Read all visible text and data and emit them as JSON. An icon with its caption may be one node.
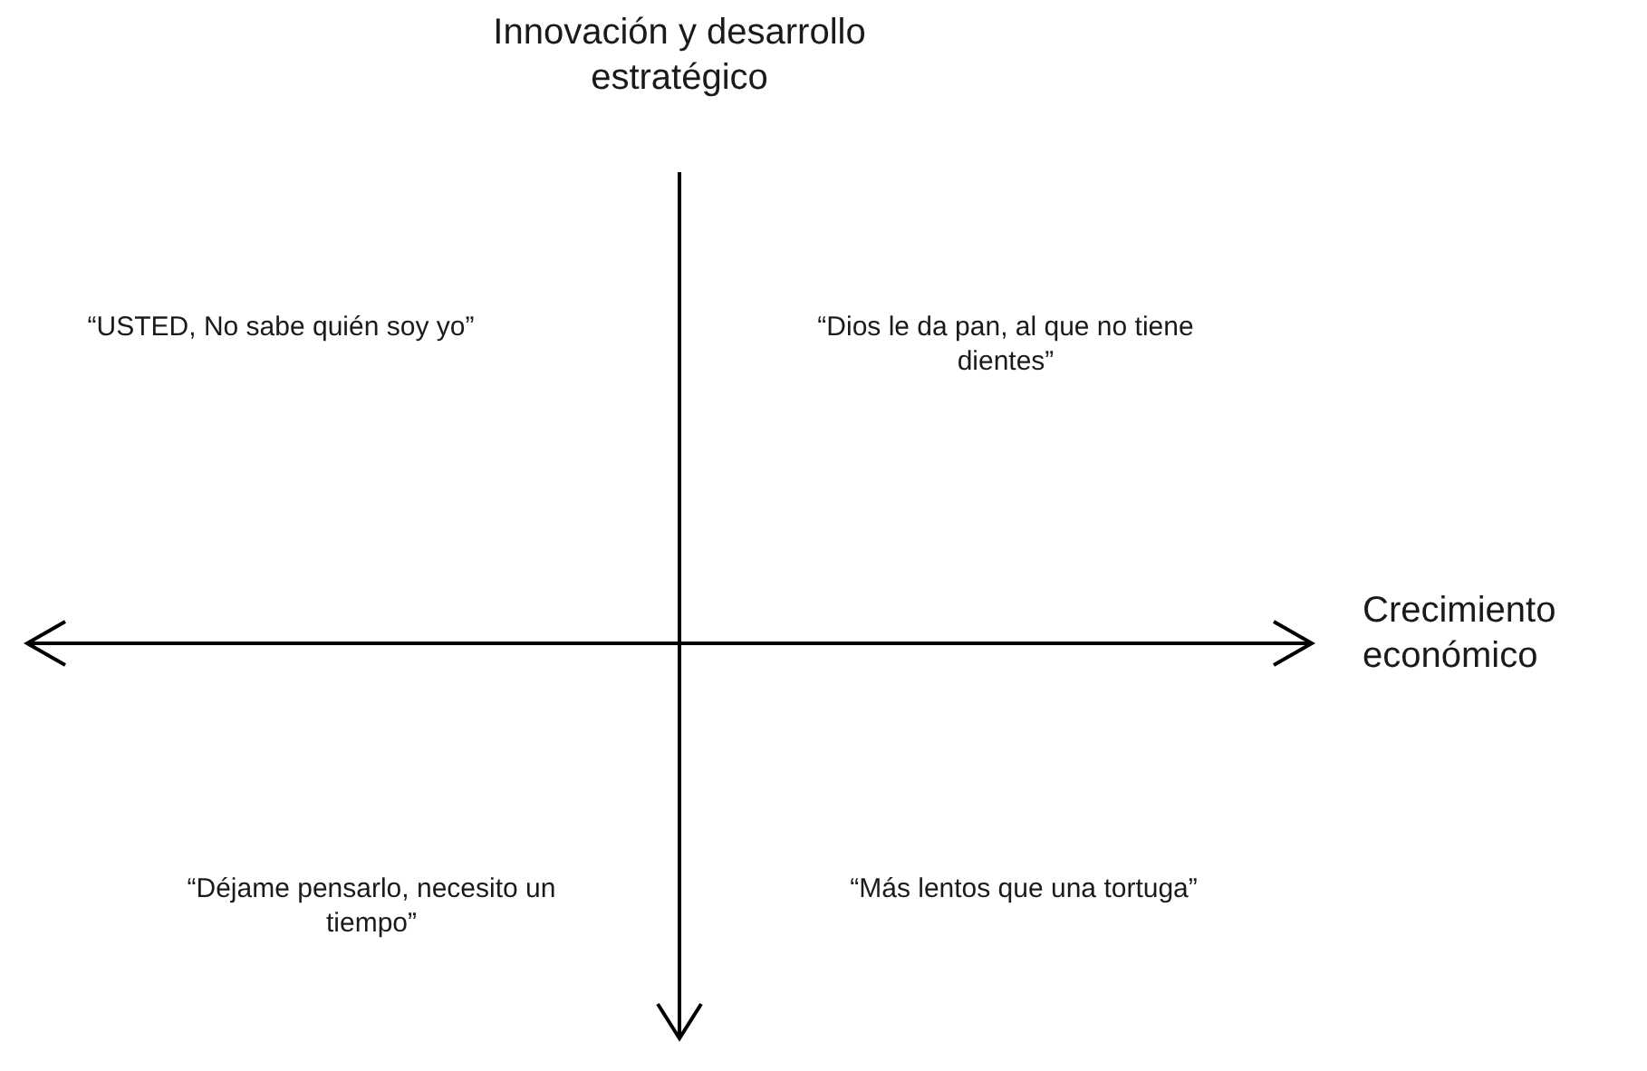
{
  "diagram": {
    "labels": [
      "Innovación y desarrollo estratégico",
      "“USTED, No sabe quién soy yo”",
      "“Dios le da pan, al que no tiene dientes”",
      "Crecimiento económico",
      "“Déjame pensarlo, necesito un tiempo”",
      "“Más lentos que una tortuga”"
    ]
  }
}
